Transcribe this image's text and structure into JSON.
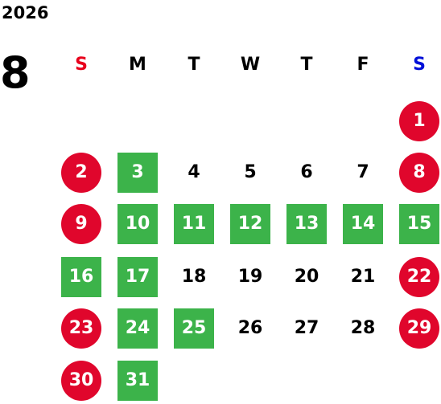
{
  "header": {
    "year": "2026",
    "month": "8"
  },
  "colors": {
    "sunday": "#e8001c",
    "saturday": "#0010d8",
    "weekday": "#000000",
    "holiday_circle": "#e0062c",
    "highlight_square": "#3cb34a",
    "text_on_mark": "#ffffff"
  },
  "weekdays": [
    {
      "key": "sun",
      "label": "S",
      "color_key": "sunday"
    },
    {
      "key": "mon",
      "label": "M",
      "color_key": "weekday"
    },
    {
      "key": "tue",
      "label": "T",
      "color_key": "weekday"
    },
    {
      "key": "wed",
      "label": "W",
      "color_key": "weekday"
    },
    {
      "key": "thu",
      "label": "T",
      "color_key": "weekday"
    },
    {
      "key": "fri",
      "label": "F",
      "color_key": "weekday"
    },
    {
      "key": "sat",
      "label": "S",
      "color_key": "saturday"
    }
  ],
  "weeks": [
    [
      {
        "day": "",
        "kind": "empty"
      },
      {
        "day": "",
        "kind": "empty"
      },
      {
        "day": "",
        "kind": "empty"
      },
      {
        "day": "",
        "kind": "empty"
      },
      {
        "day": "",
        "kind": "empty"
      },
      {
        "day": "",
        "kind": "empty"
      },
      {
        "day": "1",
        "kind": "holiday"
      }
    ],
    [
      {
        "day": "2",
        "kind": "holiday"
      },
      {
        "day": "3",
        "kind": "highlight"
      },
      {
        "day": "4",
        "kind": "plain"
      },
      {
        "day": "5",
        "kind": "plain"
      },
      {
        "day": "6",
        "kind": "plain"
      },
      {
        "day": "7",
        "kind": "plain"
      },
      {
        "day": "8",
        "kind": "holiday"
      }
    ],
    [
      {
        "day": "9",
        "kind": "holiday"
      },
      {
        "day": "10",
        "kind": "highlight"
      },
      {
        "day": "11",
        "kind": "highlight"
      },
      {
        "day": "12",
        "kind": "highlight"
      },
      {
        "day": "13",
        "kind": "highlight"
      },
      {
        "day": "14",
        "kind": "highlight"
      },
      {
        "day": "15",
        "kind": "highlight"
      }
    ],
    [
      {
        "day": "16",
        "kind": "highlight"
      },
      {
        "day": "17",
        "kind": "highlight"
      },
      {
        "day": "18",
        "kind": "plain"
      },
      {
        "day": "19",
        "kind": "plain"
      },
      {
        "day": "20",
        "kind": "plain"
      },
      {
        "day": "21",
        "kind": "plain"
      },
      {
        "day": "22",
        "kind": "holiday"
      }
    ],
    [
      {
        "day": "23",
        "kind": "holiday"
      },
      {
        "day": "24",
        "kind": "highlight"
      },
      {
        "day": "25",
        "kind": "highlight"
      },
      {
        "day": "26",
        "kind": "plain"
      },
      {
        "day": "27",
        "kind": "plain"
      },
      {
        "day": "28",
        "kind": "plain"
      },
      {
        "day": "29",
        "kind": "holiday"
      }
    ],
    [
      {
        "day": "30",
        "kind": "holiday"
      },
      {
        "day": "31",
        "kind": "highlight"
      },
      {
        "day": "",
        "kind": "empty"
      },
      {
        "day": "",
        "kind": "empty"
      },
      {
        "day": "",
        "kind": "empty"
      },
      {
        "day": "",
        "kind": "empty"
      },
      {
        "day": "",
        "kind": "empty"
      }
    ]
  ]
}
